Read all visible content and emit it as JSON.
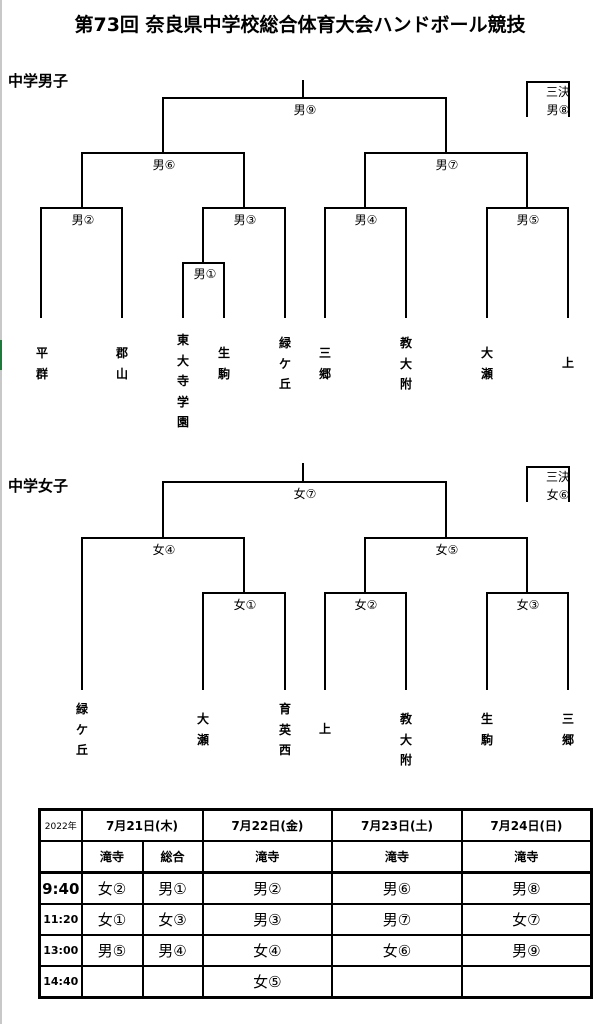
{
  "title": "第73回 奈良県中学校総合体育大会ハンドボール競技",
  "boys": {
    "heading": "中学男子",
    "matches": {
      "m9": "男⑨",
      "m6": "男⑥",
      "m7": "男⑦",
      "m2": "男②",
      "m3": "男③",
      "m4": "男④",
      "m5": "男⑤",
      "m1": "男①"
    },
    "third_place": {
      "label": "三決",
      "match": "男⑧"
    },
    "teams": [
      "平群",
      "郡山",
      "東大寺学園",
      "生駒",
      "緑ケ丘",
      "三郷",
      "教大附",
      "大瀬",
      "上"
    ]
  },
  "girls": {
    "heading": "中学女子",
    "matches": {
      "m7": "女⑦",
      "m4": "女④",
      "m5": "女⑤",
      "m1": "女①",
      "m2": "女②",
      "m3": "女③"
    },
    "third_place": {
      "label": "三決",
      "match": "女⑥"
    },
    "teams": [
      "緑ケ丘",
      "大瀬",
      "育英西",
      "上",
      "教大附",
      "生駒",
      "三郷"
    ]
  },
  "schedule": {
    "year": "2022年",
    "dates": [
      "7月21日(木)",
      "7月22日(金)",
      "7月23日(土)",
      "7月24日(日)"
    ],
    "venues": [
      "滝寺",
      "総合",
      "滝寺",
      "滝寺",
      "滝寺"
    ],
    "rows": [
      {
        "time": "9:40",
        "cells": [
          "女②",
          "男①",
          "男②",
          "男⑥",
          "男⑧"
        ]
      },
      {
        "time": "11:20",
        "cells": [
          "女①",
          "女③",
          "男③",
          "男⑦",
          "女⑦"
        ]
      },
      {
        "time": "13:00",
        "cells": [
          "男⑤",
          "男④",
          "女④",
          "女⑥",
          "男⑨"
        ]
      },
      {
        "time": "14:40",
        "cells": [
          "",
          "",
          "女⑤",
          "",
          ""
        ]
      }
    ]
  }
}
